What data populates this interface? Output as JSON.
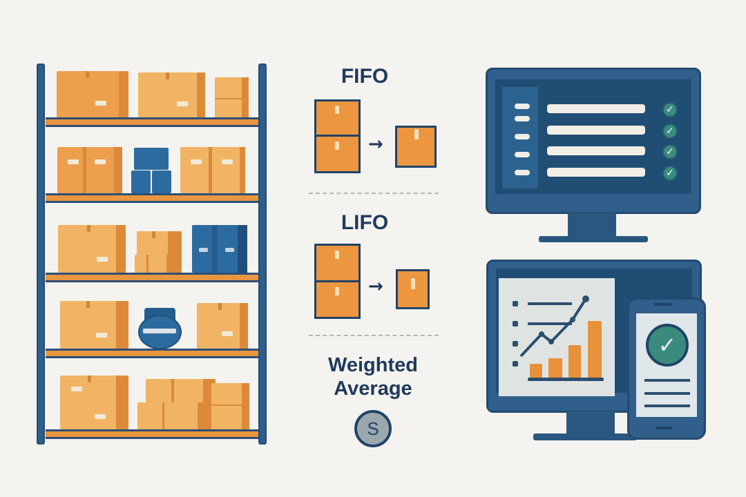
{
  "illustration": {
    "theme": "inventory-valuation-methods",
    "colors": {
      "background": "#f4f3ef",
      "navy": "#1f3a5c",
      "shelf_blue": "#2f5e8a",
      "box_orange": "#f0b464",
      "accent_orange": "#e8963f",
      "check_green": "#3a8b7e"
    }
  },
  "shelving": {
    "shelf_count": 5,
    "icon": "warehouse-shelf-icon"
  },
  "methods": [
    {
      "label": "FIFO",
      "icon": "fifo-stack-icon"
    },
    {
      "label": "LIFO",
      "icon": "lifo-stack-icon"
    },
    {
      "label_line1": "Weighted",
      "label_line2": "Average",
      "icon": "dollar-coin-icon",
      "coin_symbol": "S"
    }
  ],
  "arrow_glyph": "→",
  "desktop_checklist": {
    "rows": 4,
    "check_glyph": "✓"
  },
  "dashboard": {
    "chart": {
      "type": "bar",
      "bars": [
        1,
        2,
        3,
        5
      ]
    },
    "phone_check_glyph": "✓"
  }
}
